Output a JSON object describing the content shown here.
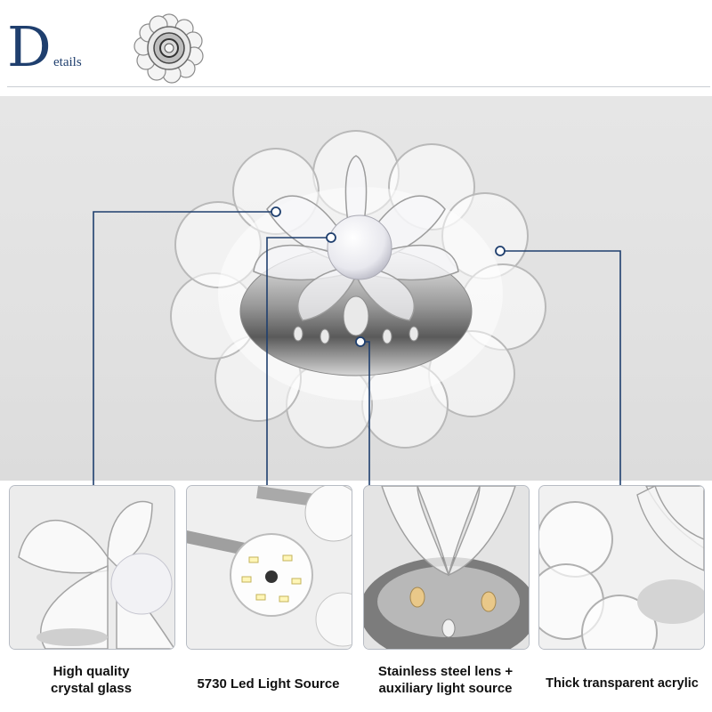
{
  "header": {
    "initial": "D",
    "rest": "etails"
  },
  "features": [
    {
      "line1": "High quality",
      "line2": "crystal glass"
    },
    {
      "line1": "5730 Led Light Source",
      "line2": ""
    },
    {
      "line1": "Stainless steel lens +",
      "line2": "auxiliary light source"
    },
    {
      "line1": "Thick transparent acrylic",
      "line2": ""
    }
  ],
  "colors": {
    "title": "#1f3f6e",
    "callout_line": "#1f3f6e",
    "card_border": "#b7bcc4"
  }
}
